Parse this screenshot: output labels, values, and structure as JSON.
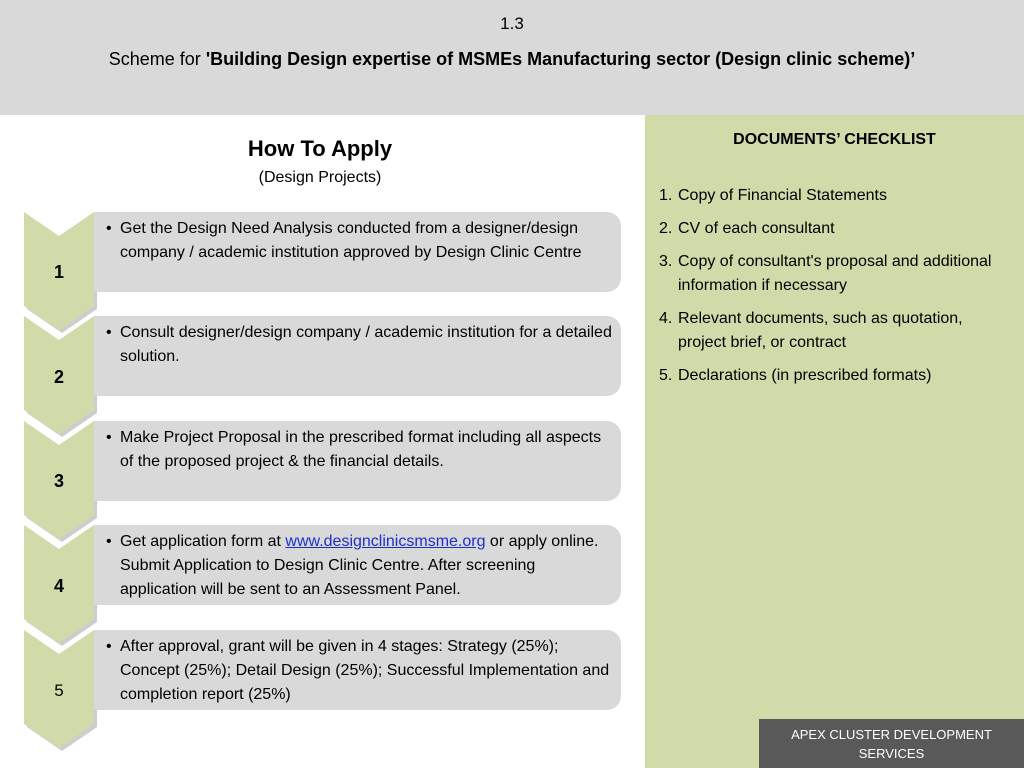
{
  "header": {
    "slide_number": "1.3",
    "title_prefix": "Scheme for ",
    "title_bold": "'Building Design expertise of MSMEs Manufacturing sector (Design clinic scheme)’"
  },
  "how_to_apply": {
    "title": "How To Apply",
    "subtitle": "(Design Projects)",
    "steps": [
      {
        "number": "1",
        "text": "Get the Design Need Analysis conducted from a designer/design company / academic institution approved by Design Clinic Centre"
      },
      {
        "number": "2",
        "text": "Consult designer/design company / academic institution for a detailed solution."
      },
      {
        "number": "3",
        "text": "Make Project Proposal in the prescribed format including all aspects of the proposed project & the financial details."
      },
      {
        "number": "4",
        "text_before": "Get application form at ",
        "link_text": "www.designclinicsmsme.org",
        "text_after": " or apply online. Submit Application to Design Clinic Centre. After screening application will be sent to an Assessment Panel."
      },
      {
        "number": "5",
        "text": "After approval, grant will be given in 4 stages: Strategy (25%); Concept (25%); Detail Design (25%); Successful Implementation and completion report (25%)"
      }
    ],
    "chevron_color": "#d0dba9",
    "step_box_color": "#d9d9d9"
  },
  "checklist": {
    "title": "DOCUMENTS’ CHECKLIST",
    "items": [
      {
        "num": "1.",
        "text": "Copy of Financial Statements"
      },
      {
        "num": "2.",
        "text": "CV of each consultant"
      },
      {
        "num": "3.",
        "text": "Copy of consultant's proposal and additional information if necessary"
      },
      {
        "num": "4.",
        "text": "Relevant documents, such as quotation, project brief, or contract"
      },
      {
        "num": "5.",
        "text": "Declarations (in prescribed formats)"
      }
    ],
    "panel_color": "#d0dba9"
  },
  "footer": {
    "label": "APEX CLUSTER DEVELOPMENT SERVICES"
  }
}
